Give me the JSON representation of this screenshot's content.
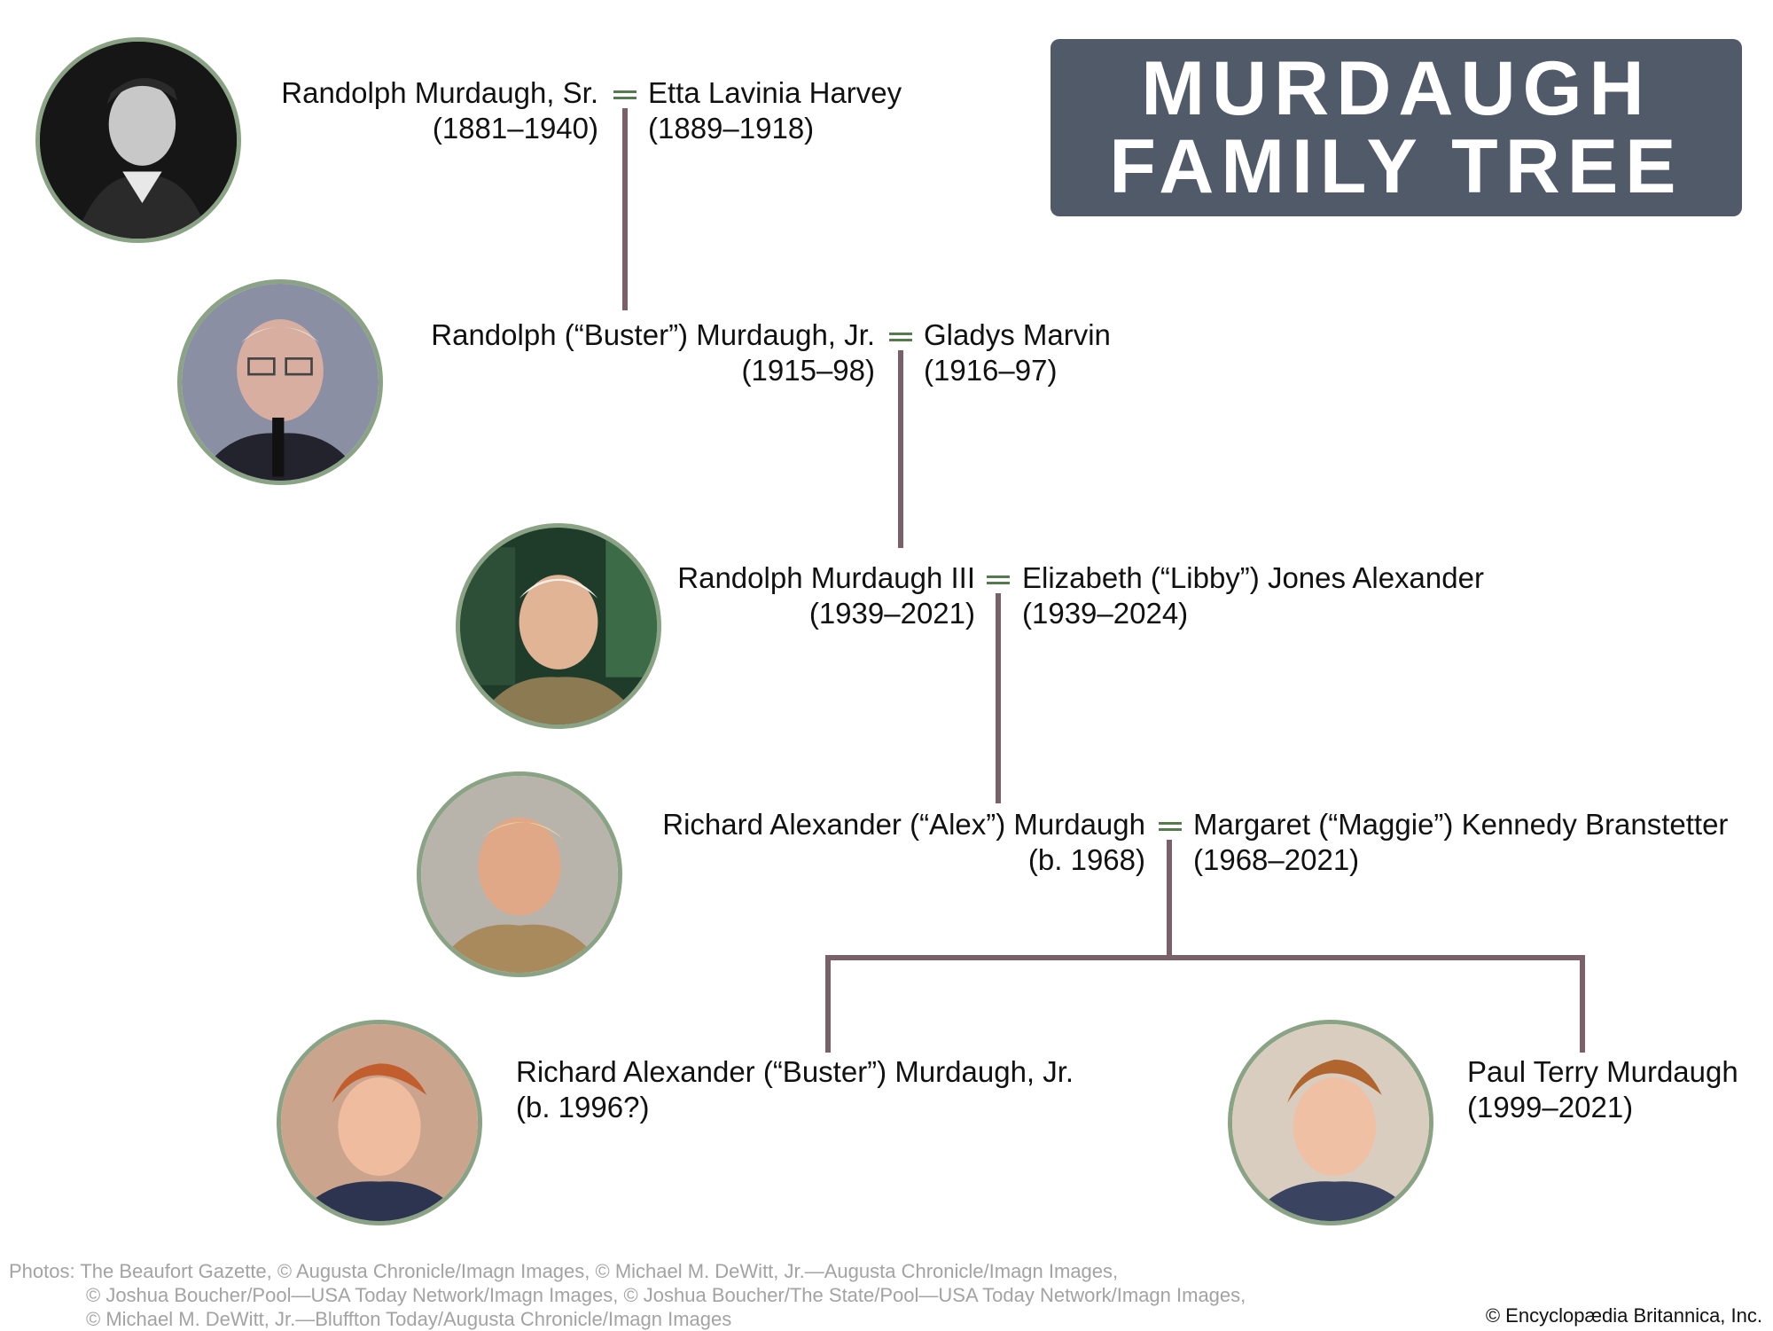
{
  "title": {
    "line1": "MURDAUGH",
    "line2": "FAMILY TREE"
  },
  "colors": {
    "title_bg": "#505a69",
    "connector": "#7a6068",
    "marriage_sign": "#557a4e",
    "portrait_ring": "#8aa384"
  },
  "generations": [
    {
      "person": {
        "name": "Randolph Murdaugh, Sr.",
        "dates": "(1881–1940)"
      },
      "spouse": {
        "name": "Etta Lavinia Harvey",
        "dates": "(1889–1918)"
      }
    },
    {
      "person": {
        "name": "Randolph (“Buster”) Murdaugh, Jr.",
        "dates": "(1915–98)"
      },
      "spouse": {
        "name": "Gladys Marvin",
        "dates": "(1916–97)"
      }
    },
    {
      "person": {
        "name": "Randolph Murdaugh III",
        "dates": "(1939–2021)"
      },
      "spouse": {
        "name": "Elizabeth (“Libby”) Jones Alexander",
        "dates": "(1939–2024)"
      }
    },
    {
      "person": {
        "name": "Richard Alexander (“Alex”) Murdaugh",
        "dates": "(b. 1968)"
      },
      "spouse": {
        "name": "Margaret (“Maggie”) Kennedy Branstetter",
        "dates": "(1968–2021)"
      }
    }
  ],
  "children": [
    {
      "name": "Richard Alexander (“Buster”) Murdaugh, Jr.",
      "dates": "(b. 1996?)"
    },
    {
      "name": "Paul Terry Murdaugh",
      "dates": "(1999–2021)"
    }
  ],
  "credits": [
    "Photos: The Beaufort Gazette, © Augusta Chronicle/Imagn Images, © Michael M. DeWitt, Jr.—Augusta Chronicle/Imagn Images,",
    "© Joshua Boucher/Pool—USA Today Network/Imagn Images, © Joshua Boucher/The State/Pool—USA Today Network/Imagn Images,",
    "© Michael M. DeWitt, Jr.—Bluffton Today/Augusta Chronicle/Imagn Images"
  ],
  "copyright": "© Encyclopædia Britannica, Inc."
}
